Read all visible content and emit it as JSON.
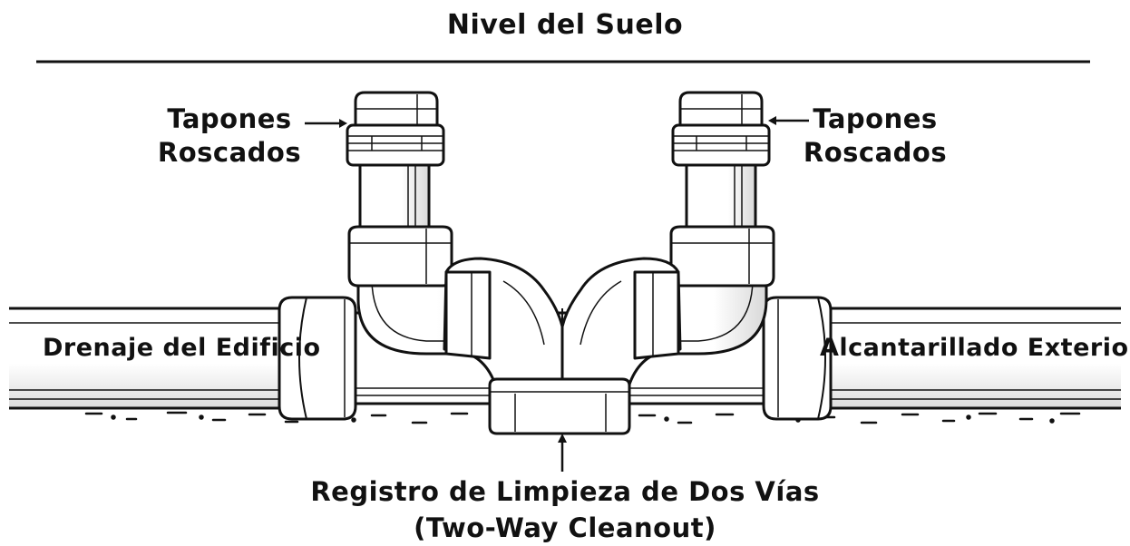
{
  "diagram": {
    "ground_level": "Nivel del Suelo",
    "threaded_caps_left": [
      "Tapones",
      "Roscados"
    ],
    "threaded_caps_right": [
      "Tapones",
      "Roscados"
    ],
    "building_drain": "Drenaje del Edificio",
    "exterior_sewer": "Alcantarillado Exterior",
    "cleanout": [
      "Registro de Limpieza de Dos Vías",
      "(Two-Way Cleanout)"
    ]
  },
  "colors": {
    "ink": "#111111",
    "paper": "#ffffff",
    "shade": "#e6e6e6"
  }
}
